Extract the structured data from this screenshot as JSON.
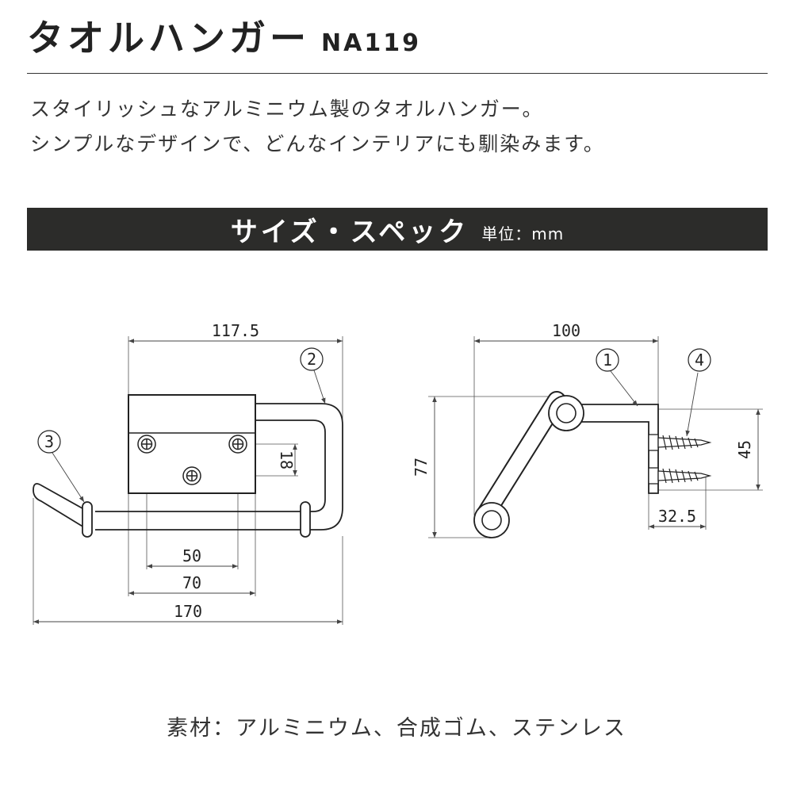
{
  "header": {
    "title": "タオルハンガー",
    "model": "NA119"
  },
  "description": {
    "line1": "スタイリッシュなアルミニウム製のタオルハンガー。",
    "line2": "シンプルなデザインで、どんなインテリアにも馴染みます。"
  },
  "spec_band": {
    "title": "サイズ・スペック",
    "unit": "単位：mm"
  },
  "front_view": {
    "dim_width_total": "170",
    "dim_width_top": "117.5",
    "dim_base": "70",
    "dim_holes": "50",
    "dim_hole_vertical": "18",
    "callout_2": "2",
    "callout_3": "3"
  },
  "side_view": {
    "dim_depth": "100",
    "dim_height": "77",
    "dim_screw_spacing": "45",
    "dim_bracket": "32.5",
    "callout_1": "1",
    "callout_4": "4"
  },
  "material": "素材：アルミニウム、合成ゴム、ステンレス"
}
